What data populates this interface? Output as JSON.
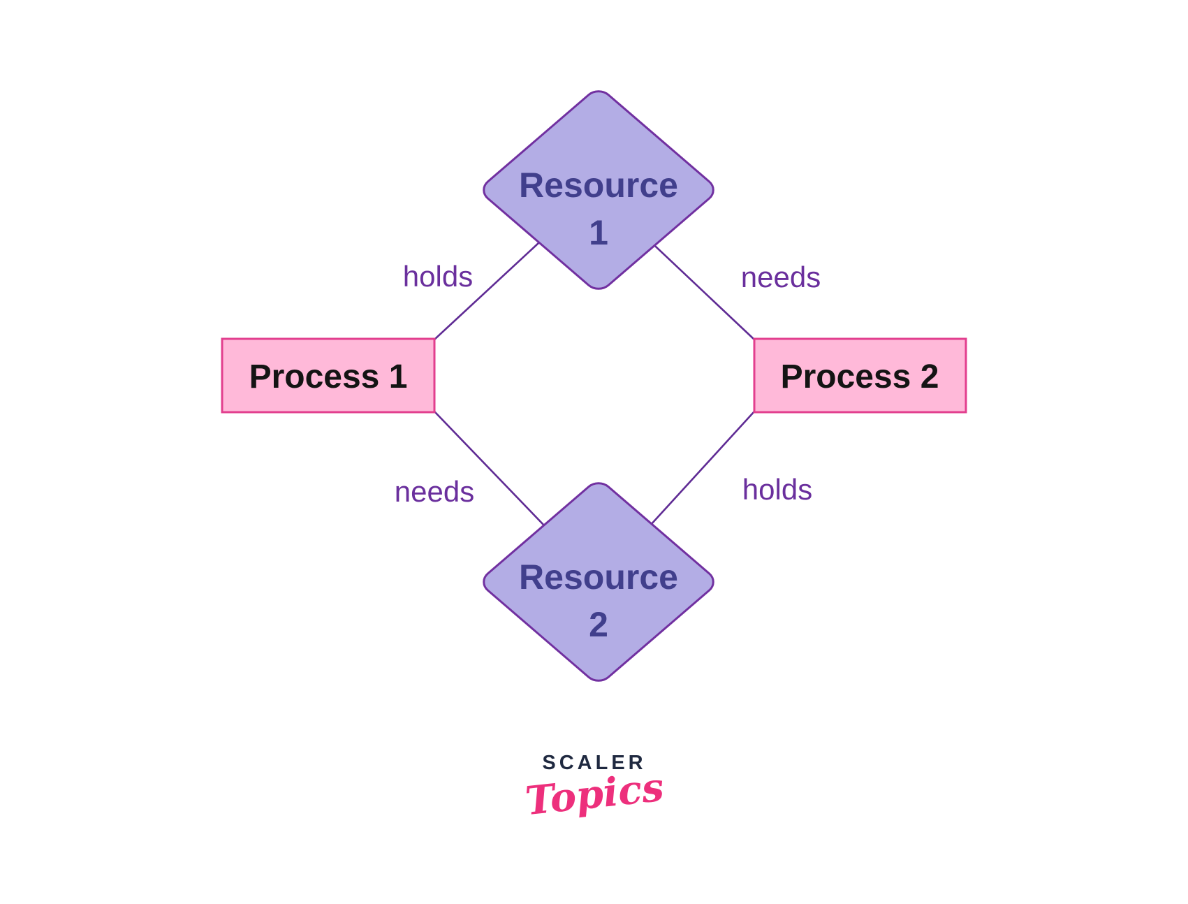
{
  "diagram": {
    "nodes": {
      "resource1": {
        "line1": "Resource",
        "line2": "1"
      },
      "resource2": {
        "line1": "Resource",
        "line2": "2"
      },
      "process1": {
        "label": "Process 1"
      },
      "process2": {
        "label": "Process 2"
      }
    },
    "edge_labels": {
      "r1_to_p1": "holds",
      "r1_to_p2": "needs",
      "p1_to_r2": "needs",
      "p2_to_r2": "holds"
    },
    "colors": {
      "resource_fill": "#b3ade5",
      "resource_border": "#7130a0",
      "resource_text": "#413f8c",
      "process_fill": "#ffb9d9",
      "process_border": "#e23f8e",
      "process_text": "#141414",
      "edge_line": "#5f2b94",
      "edge_label_text": "#6a2f9d"
    }
  },
  "logo": {
    "brand": "SCALER",
    "product": "Topics",
    "brand_color": "#1f2940",
    "product_color": "#ed2f7c"
  }
}
